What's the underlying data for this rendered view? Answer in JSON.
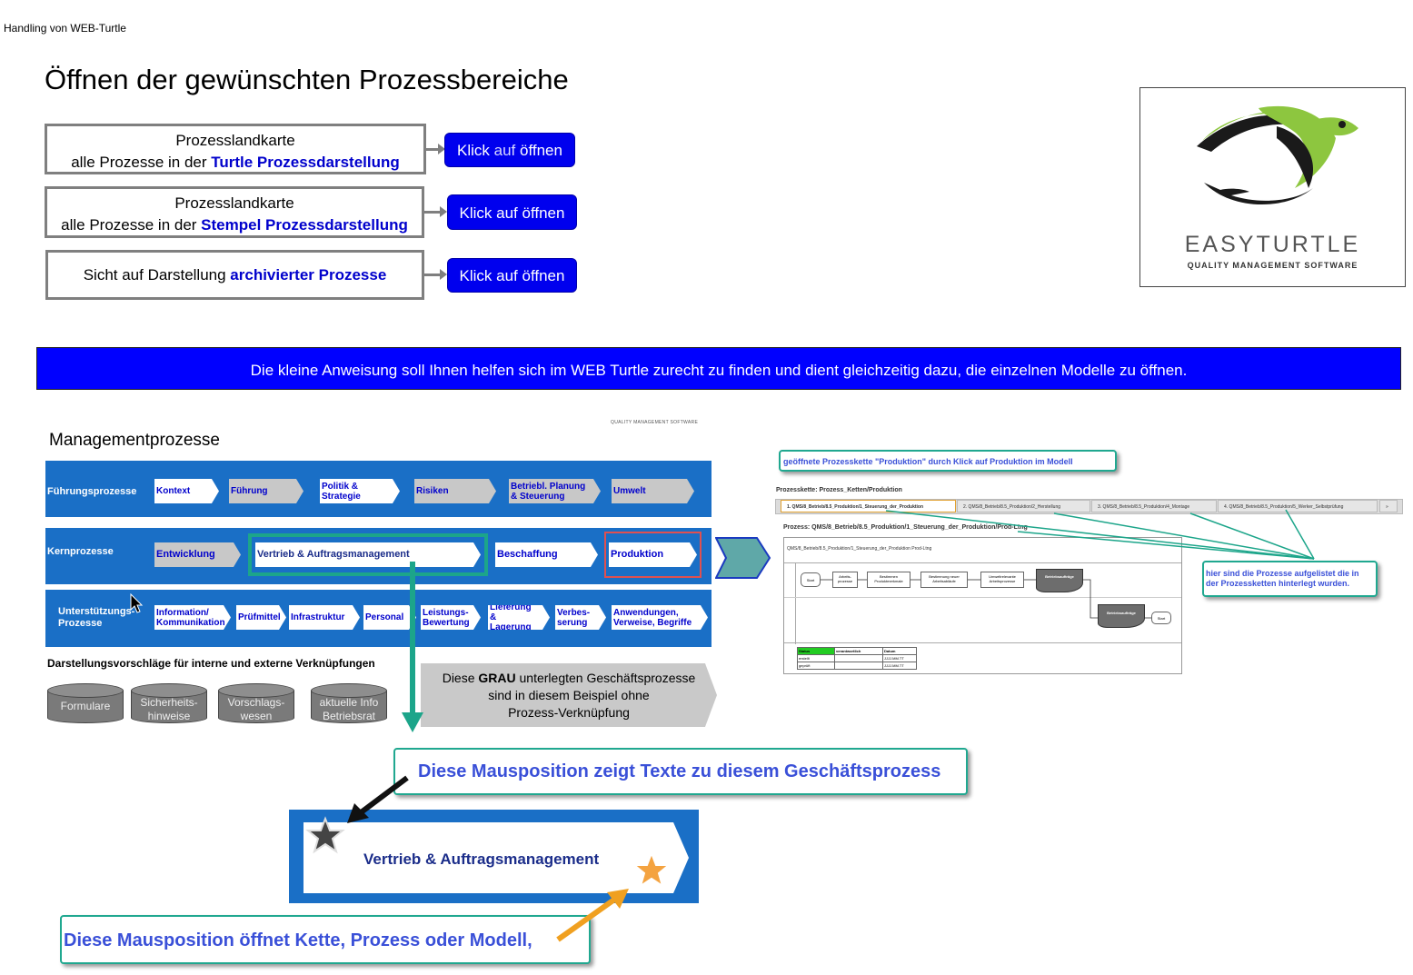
{
  "breadcrumb": "Handling von WEB-Turtle",
  "page_title": "Öffnen der gewünschten Prozessbereiche",
  "rows": [
    {
      "line1": "Prozesslandkarte",
      "line2_prefix": "alle Prozesse in der ",
      "line2_bold": "Turtle Prozessdarstellung",
      "button_prefix": "Klick ",
      "button_mid": "auf",
      "button_suffix": " öffnen"
    },
    {
      "line1": "Prozesslandkarte",
      "line2_prefix": "alle Prozesse in der ",
      "line2_bold": "Stempel Prozessdarstellung",
      "button_label": "Klick auf öffnen"
    },
    {
      "line1_prefix": "Sicht auf Darstellung ",
      "line1_bold": "archivierter Prozesse",
      "button_label": "Klick auf öffnen"
    }
  ],
  "logo": {
    "wordmark": "EASYTURTLE",
    "tagline": "QUALITY MANAGEMENT SOFTWARE"
  },
  "banner": "Die kleine Anweisung soll Ihnen helfen sich im WEB Turtle zurecht zu finden und dient gleichzeitig dazu, die einzelnen Modelle zu öffnen.",
  "map": {
    "tiny_header": "QUALITY MANAGEMENT SOFTWARE",
    "title": "Managementprozesse",
    "bands": [
      {
        "label": "Führungsprozesse",
        "items": [
          "Kontext",
          "Führung",
          "Politik & Strategie",
          "Risiken",
          "Betriebl. Planung & Steuerung",
          "Umwelt"
        ]
      },
      {
        "label": "Kernprozesse",
        "items": [
          "Entwicklung",
          "Vertrieb & Auftragsmanagement",
          "Beschaffung",
          "Produktion"
        ]
      },
      {
        "label": "Unterstützungs-Prozesse",
        "items": [
          "Information/ Kommunikation",
          "Prüfmittel",
          "Infrastruktur",
          "Personal",
          "Leistungs-Bewertung",
          "Lieferung & Lagerung",
          "Verbes-serung",
          "Anwendungen, Verweise, Begriffe"
        ]
      }
    ],
    "links_title": "Darstellungsvorschläge für interne und externe Verknüpfungen",
    "cylinders": [
      "Formulare",
      "Sicherheits-hinweise",
      "Vorschlags-wesen",
      "aktuelle Info Betriebsrat"
    ],
    "grau_note": {
      "prefix": "Diese ",
      "bold": "GRAU",
      "rest1": " unterlegten Geschäftsprozesse",
      "line2": "sind in diesem Beispiel ohne",
      "line3": "Prozess-Verknüpfung"
    }
  },
  "callouts": {
    "mouse_text": "Diese Mausposition zeigt Texte zu diesem Geschäftsprozess",
    "mouse_open": "Diese Mausposition öffnet Kette, Prozess oder Modell,",
    "big_process": "Vertrieb & Auftragsmanagement",
    "chain_opened": "geöffnete Prozesskette \"Produktion\" durch Klick auf Produktion im Modell",
    "processes_listed": "hier sind die Prozesse aufgelistet die in der Prozessketten hinterlegt wurden."
  },
  "screenshot": {
    "chain_label": "Prozesskette: Prozess_Ketten/Produktion",
    "tabs": [
      "1. QMS/8_Betrieb/8.5_Produktion/1_Steuerung_der_Produktion",
      "2. QMS/8_Betrieb/8.5_Produktion/2_Herstellung",
      "3. QMS/8_Betrieb/8.5_Produktion/4_Montage",
      "4. QMS/8_Betrieb/8.5_Produktion/5_Werker_Selbstprüfung",
      "»"
    ],
    "process_label": "Prozess: QMS/8_Betrieb/8.5_Produktion/1_Steuerung_der_Produktion/Prod-Ltng",
    "diagram_header": "QMS/8_Betrieb/8.5_Produktion/1_Steuerung_der_Produktion Prod-Ltng",
    "steps": [
      "Start",
      "Arbeits-prozesse",
      "Bestimmen Produktmerkmale",
      "Bestimmung neuer Arbeitsabläufe",
      "Umweltrelevante Arbeitsprozesse"
    ],
    "doc1": "Betriebsaufträge",
    "doc2": "Betriebsaufträge",
    "end": "Start",
    "table": {
      "headers": [
        "Status",
        "verantwortlich",
        "Datum"
      ],
      "rows": [
        [
          "erstellt",
          "",
          "JJJJ.MM.TT"
        ],
        [
          "geprüft",
          "",
          "JJJJ.MM.TT"
        ]
      ]
    }
  },
  "colors": {
    "accent_blue": "#0000ee",
    "band_blue": "#1a6fc6",
    "teal": "#1ca58a",
    "turtle_green": "#8dc63f"
  }
}
